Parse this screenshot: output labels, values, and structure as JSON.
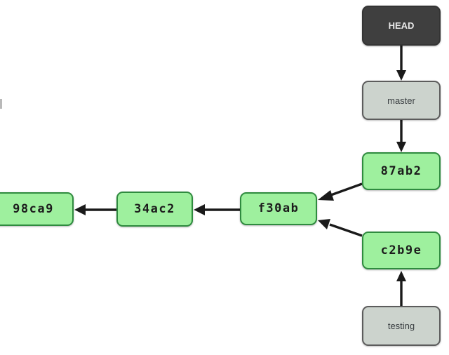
{
  "diagram": {
    "title": "git-branching-head-diagram",
    "background_color": "#ffffff",
    "colors": {
      "commit_fill": "#9ef09e",
      "commit_border": "#2f8b3f",
      "ref_fill": "#ccd3cd",
      "ref_border": "#5c5c5c",
      "head_fill": "#3f3f3f",
      "head_text": "#e8e8e8",
      "edge": "#1a1a1a"
    }
  },
  "nodes": {
    "head": {
      "label": "HEAD",
      "kind": "head"
    },
    "master": {
      "label": "master",
      "kind": "ref"
    },
    "testing": {
      "label": "testing",
      "kind": "ref"
    },
    "c87ab2": {
      "label": "87ab2",
      "kind": "commit"
    },
    "cf30ab": {
      "label": "f30ab",
      "kind": "commit"
    },
    "c34ac2": {
      "label": "34ac2",
      "kind": "commit"
    },
    "c98ca9": {
      "label": "98ca9",
      "kind": "commit"
    },
    "cc2b9e": {
      "label": "c2b9e",
      "kind": "commit"
    }
  },
  "edges": [
    {
      "name": "head-to-master",
      "from": "head",
      "to": "master"
    },
    {
      "name": "master-to-87ab2",
      "from": "master",
      "to": "c87ab2"
    },
    {
      "name": "87ab2-to-f30ab",
      "from": "c87ab2",
      "to": "cf30ab"
    },
    {
      "name": "c2b9e-to-f30ab",
      "from": "cc2b9e",
      "to": "cf30ab"
    },
    {
      "name": "f30ab-to-34ac2",
      "from": "cf30ab",
      "to": "c34ac2"
    },
    {
      "name": "34ac2-to-98ca9",
      "from": "c34ac2",
      "to": "c98ca9"
    },
    {
      "name": "testing-to-c2b9e",
      "from": "testing",
      "to": "cc2b9e"
    }
  ]
}
